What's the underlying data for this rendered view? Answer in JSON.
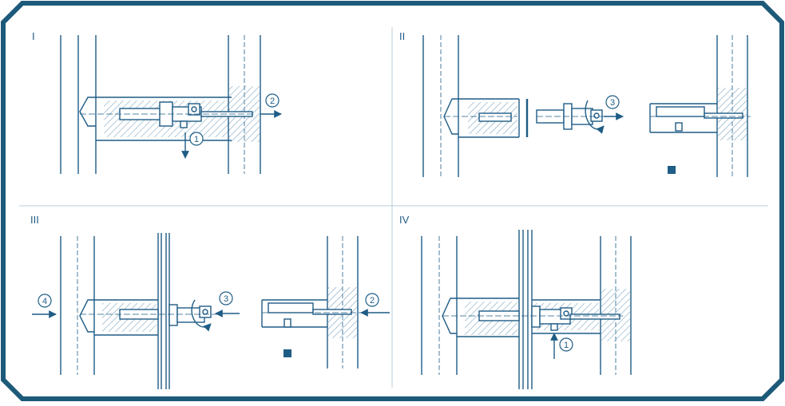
{
  "colors": {
    "frame": "#1d5a7a",
    "line": "#1f5c86",
    "hatch": "#7fa7c2",
    "divider": "#b9ccd9",
    "background": "#ffffff"
  },
  "panels": [
    {
      "id": "I",
      "label": "I"
    },
    {
      "id": "II",
      "label": "II"
    },
    {
      "id": "III",
      "label": "III"
    },
    {
      "id": "IV",
      "label": "IV"
    }
  ],
  "step_markers": {
    "p1_down": "1",
    "p1_right": "2",
    "p2_rotate": "3",
    "p3_left": "4",
    "p3_rotate": "3",
    "p3_push": "2",
    "p4_up": "1"
  },
  "icons": [
    "motion-arrow-icon",
    "rotation-arrow-icon",
    "small-part-icon"
  ]
}
